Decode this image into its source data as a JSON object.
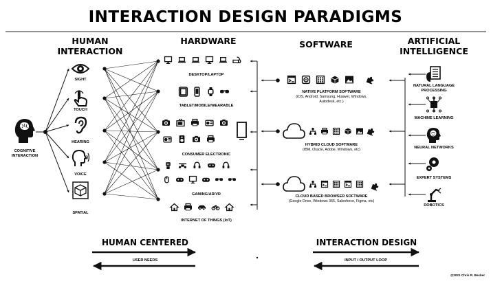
{
  "title": "INTERACTION DESIGN PARADIGMS",
  "sections": {
    "human": "HUMAN INTERACTION",
    "hardware": "HARDWARE",
    "software": "SOFTWARE",
    "ai": "ARTIFICIAL INTELLIGENCE"
  },
  "cognitive": {
    "label": "COGNITIVE INTERACTION",
    "icon": "head-brain-icon"
  },
  "senses": [
    {
      "label": "SIGHT",
      "icon": "eye-icon"
    },
    {
      "label": "TOUCH",
      "icon": "hand-pointer-icon"
    },
    {
      "label": "HEARING",
      "icon": "ear-icon"
    },
    {
      "label": "VOICE",
      "icon": "speaking-head-icon"
    },
    {
      "label": "SPATIAL",
      "icon": "spatial-cube-icon"
    }
  ],
  "hardware": [
    {
      "label": "DESKTOP/LAPTOP",
      "icons": [
        "computer-icon",
        "laptop-icon",
        "laptop-icon",
        "monitor-icon",
        "laptop-icon",
        "keyboard-mouse-icon"
      ]
    },
    {
      "label": "TABLET/MOBILE/WEARABLE",
      "icons": [
        "tablet-icon",
        "mobile-icon",
        "smartwatch-icon",
        "smart-glasses-icon"
      ]
    },
    {
      "label": "CONSUMER ELECTRONIC",
      "icons": [
        "camera-icon",
        "tv-icon",
        "printer-icon",
        "radio-icon",
        "webcam-icon",
        "radio-icon",
        "speaker-icon",
        "camera-icon",
        "printer-icon",
        "tv-icon",
        "display-icon"
      ]
    },
    {
      "label": "GAMING/AR/VR",
      "icons": [
        "robot-icon",
        "drone-icon",
        "headset-icon",
        "game-console-icon",
        "vr-headset-icon",
        "mouse-icon",
        "gamepad-icon",
        "monitor-icon",
        "gamepad-icon",
        "vr-goggles-icon",
        "ar-glasses-icon"
      ]
    },
    {
      "label": "INTERNET OF THINGS (IoT)",
      "icons": [
        "smart-device-icon",
        "router-icon",
        "car-icon",
        "bicycle-icon",
        "smart-home-icon"
      ]
    }
  ],
  "software": [
    {
      "label": "NATIVE PLATFORM SOFTWARE",
      "detail": "(iOS, Android, Samsung, Huawei, Windows, Autodesk, etc.)",
      "icons": [
        "app-window-icon",
        "disk-icon",
        "calendar-grid-icon",
        "package-icon",
        "photo-app-icon"
      ]
    },
    {
      "label": "HYBRID CLOUD SOFTWARE",
      "detail": "(IBM, Oracle, Adobe, Windows, etc)",
      "icons": [
        "cloud-icon",
        "network-icon",
        "server-icon",
        "calendar-grid-icon",
        "package-icon",
        "photo-app-icon"
      ]
    },
    {
      "label": "CLOUD BASED BROWSER SOFTWARE",
      "detail": "(Google Drive, Windows 365, Salesforce, Figma, etc)",
      "icons": [
        "cloud-icon",
        "network-icon",
        "browser-icon",
        "calendar-grid-icon",
        "terminal-icon",
        "grid-app-icon"
      ]
    }
  ],
  "ai": [
    {
      "label": "NATURAL LANGUAGE PROCESSING",
      "icon": "nlp-document-icon"
    },
    {
      "label": "MACHINE LEARNING",
      "icon": "circuit-chip-icon"
    },
    {
      "label": "NEURAL NETWORKS",
      "icon": "brain-head-icon"
    },
    {
      "label": "EXPERT SYSTEMS",
      "icon": "gears-icon"
    },
    {
      "label": "ROBOTICS",
      "icon": "robot-arm-icon"
    }
  ],
  "banners": {
    "left": {
      "title": "HUMAN CENTERED",
      "arrow": "USER NEEDS"
    },
    "right": {
      "title": "INTERACTION DESIGN",
      "arrow": "INPUT / OUTPUT LOOP"
    }
  },
  "copyright": "@2021 Chris R. Becker"
}
